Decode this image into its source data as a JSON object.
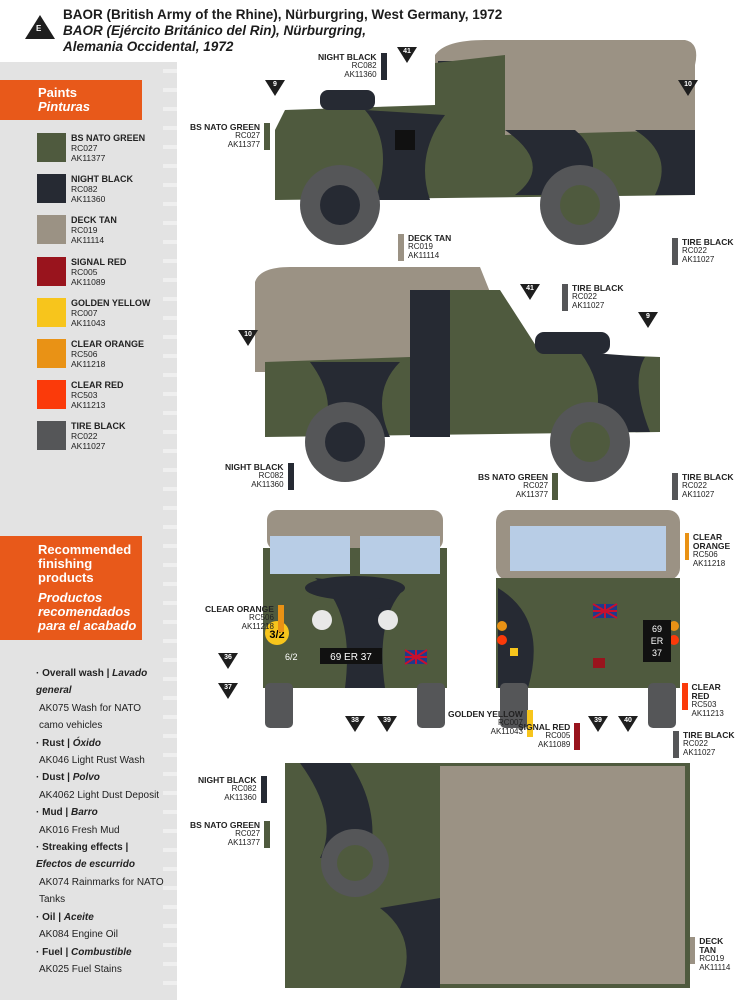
{
  "header": {
    "badge": "E",
    "title_en": "BAOR (British Army of the Rhine), Nürburgring, West Germany, 1972",
    "title_es_1": "BAOR (Ejército Británico del Rin), Nürburgring,",
    "title_es_2": "Alemania Occidental, 1972"
  },
  "paints": {
    "title": "Paints",
    "title_es": "Pinturas",
    "items": [
      {
        "name": "BS NATO GREEN",
        "rc": "RC027",
        "ak": "AK11377",
        "color": "#4f5a3e"
      },
      {
        "name": "NIGHT BLACK",
        "rc": "RC082",
        "ak": "AK11360",
        "color": "#262a33"
      },
      {
        "name": "DECK TAN",
        "rc": "RC019",
        "ak": "AK11114",
        "color": "#9b9284"
      },
      {
        "name": "SIGNAL RED",
        "rc": "RC005",
        "ak": "AK11089",
        "color": "#99141d"
      },
      {
        "name": "GOLDEN YELLOW",
        "rc": "RC007",
        "ak": "AK11043",
        "color": "#f7c51c"
      },
      {
        "name": "CLEAR ORANGE",
        "rc": "RC506",
        "ak": "AK11218",
        "color": "#e99215"
      },
      {
        "name": "CLEAR RED",
        "rc": "RC503",
        "ak": "AK11213",
        "color": "#fb3a0a"
      },
      {
        "name": "TIRE BLACK",
        "rc": "RC022",
        "ak": "AK11027",
        "color": "#555658"
      }
    ]
  },
  "finishing": {
    "title_1": "Recommended",
    "title_2": "finishing",
    "title_3": "products",
    "title_es_1": "Productos",
    "title_es_2": "recomendados",
    "title_es_3": "para el acabado",
    "items": [
      {
        "head": "· Overall wash |",
        "head_es": "Lavado general",
        "product": "AK075 Wash for NATO camo vehicles"
      },
      {
        "head": "· Rust |",
        "head_es": "Óxido",
        "product": "AK046 Light Rust Wash"
      },
      {
        "head": "· Dust |",
        "head_es": "Polvo",
        "product": "AK4062 Light Dust Deposit"
      },
      {
        "head": "· Mud |",
        "head_es": "Barro",
        "product": "AK016 Fresh Mud"
      },
      {
        "head": "· Streaking effects |",
        "head_es": "Efectos de escurrido",
        "product": "AK074 Rainmarks for NATO Tanks"
      },
      {
        "head": "· Oil |",
        "head_es": "Aceite",
        "product": "AK084 Engine Oil"
      },
      {
        "head": "· Fuel |",
        "head_es": "Combustible",
        "product": "AK025 Fuel Stains"
      }
    ]
  },
  "callouts": [
    {
      "name": "NIGHT BLACK",
      "rc": "RC082",
      "ak": "AK11360",
      "color": "#262a33"
    },
    {
      "name": "BS NATO GREEN",
      "rc": "RC027",
      "ak": "AK11377",
      "color": "#4f5a3e"
    },
    {
      "name": "TIRE BLACK",
      "rc": "RC022",
      "ak": "AK11027",
      "color": "#555658"
    },
    {
      "name": "DECK TAN",
      "rc": "RC019",
      "ak": "AK11114",
      "color": "#9b9284"
    },
    {
      "name": "TIRE BLACK",
      "rc": "RC022",
      "ak": "AK11027",
      "color": "#555658"
    },
    {
      "name": "NIGHT BLACK",
      "rc": "RC082",
      "ak": "AK11360",
      "color": "#262a33"
    },
    {
      "name": "BS NATO GREEN",
      "rc": "RC027",
      "ak": "AK11377",
      "color": "#4f5a3e"
    },
    {
      "name": "TIRE BLACK",
      "rc": "RC022",
      "ak": "AK11027",
      "color": "#555658"
    },
    {
      "name": "CLEAR ORANGE",
      "rc": "RC506",
      "ak": "AK11218",
      "color": "#e99215"
    },
    {
      "name": "CLEAR ORANGE",
      "rc": "RC506",
      "ak": "AK11218",
      "color": "#e99215"
    },
    {
      "name": "GOLDEN YELLOW",
      "rc": "RC007",
      "ak": "AK11043",
      "color": "#f7c51c"
    },
    {
      "name": "SIGNAL RED",
      "rc": "RC005",
      "ak": "AK11089",
      "color": "#99141d"
    },
    {
      "name": "CLEAR RED",
      "rc": "RC503",
      "ak": "AK11213",
      "color": "#fb3a0a"
    },
    {
      "name": "TIRE BLACK",
      "rc": "RC022",
      "ak": "AK11027",
      "color": "#555658"
    },
    {
      "name": "NIGHT BLACK",
      "rc": "RC082",
      "ak": "AK11360",
      "color": "#262a33"
    },
    {
      "name": "BS NATO GREEN",
      "rc": "RC027",
      "ak": "AK11377",
      "color": "#4f5a3e"
    },
    {
      "name": "DECK TAN",
      "rc": "RC019",
      "ak": "AK11114",
      "color": "#9b9284"
    }
  ],
  "markers": [
    "41",
    "9",
    "10",
    "41",
    "9",
    "10",
    "36",
    "37",
    "38",
    "39",
    "39",
    "40"
  ],
  "plates": {
    "front": "69 ER 37",
    "rear_1": "69",
    "rear_2": "ER",
    "rear_3": "37",
    "bridge": "3/2",
    "unit": "6/2"
  }
}
